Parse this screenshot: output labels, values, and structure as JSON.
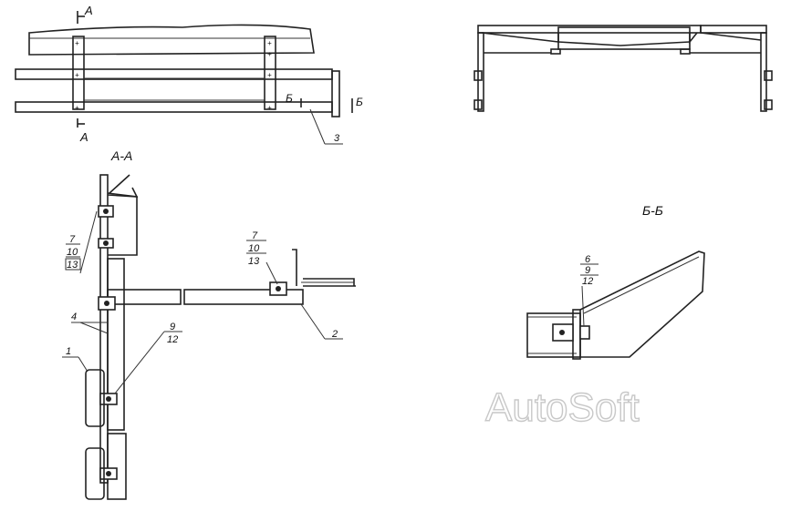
{
  "views": {
    "section_aa_title": "А-А",
    "section_bb_title": "Б-Б",
    "cut_a_top": "А",
    "cut_a_bottom": "А",
    "cut_b_left": "Б",
    "cut_b_right": "Б"
  },
  "callouts": {
    "c3": "3",
    "c1": "1",
    "c2": "2",
    "c4": "4",
    "fastener_upper_left": [
      "7",
      "10",
      "13"
    ],
    "fastener_right": [
      "7",
      "10",
      "13"
    ],
    "fastener_lower": [
      "9",
      "12"
    ],
    "fastener_bb": [
      "6",
      "9",
      "12"
    ]
  },
  "watermark": "AutoSoft"
}
